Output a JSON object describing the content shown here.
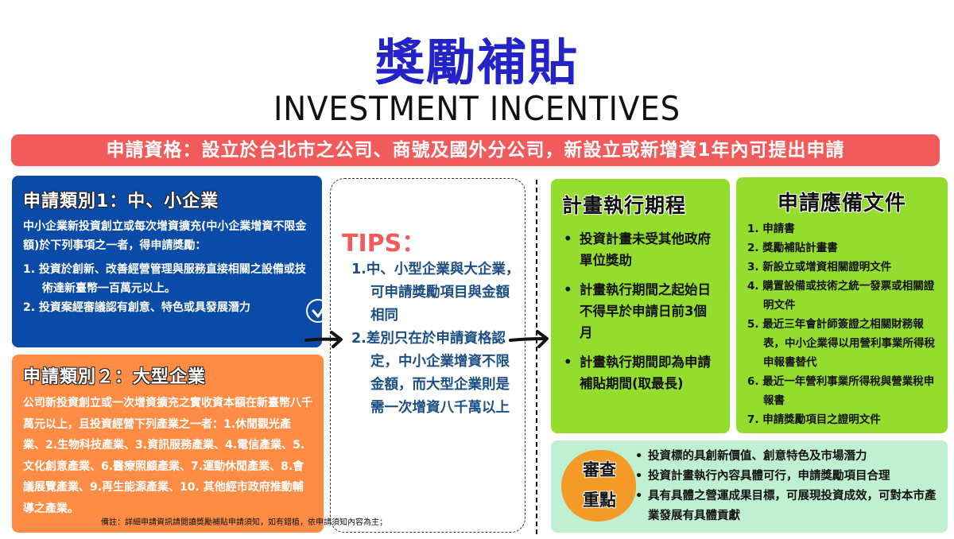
{
  "header": {
    "title_cn": "獎勵補貼",
    "title_en": "INVESTMENT INCENTIVES"
  },
  "eligibility": "申請資格：設立於台北市之公司、商號及國外分公司，新設立或新增資1年內可提出申請",
  "category1": {
    "title": "申請類別1：中、小企業",
    "description": "中小企業新投資創立或每次增資擴充(中小企業增資不限金額)於下列事項之一者，得申請獎勵：",
    "items": [
      "1. 投資於創新、改善經營管理與服務直接相關之設備或技術達新臺幣一百萬元以上。",
      "2. 投資案經審議認有創意、特色或具發展潛力"
    ]
  },
  "category2": {
    "title": "申請類別２：大型企業",
    "description": "公司新投資創立或一次增資擴充之實收資本額在新臺幣八千萬元以上，且投資經營下列產業之一者：1.休閒觀光產業、2.生物科技產業、3.資訊服務產業、4.電信產業、5.文化創意產業、6.醫療照顧產業、7.運動休閒產業、8.會議展覽產業、9.再生能源產業、10. 其他經市政府推動輔導之產業。"
  },
  "footnote": "備註：詳細申請資訊請閱讀獎勵補貼申請須知，如有錯植，依申請須知內容為主；",
  "tips": {
    "title": "TIPS：",
    "items": [
      "1.中、小型企業與大企業，可申請獎勵項目與金額相同",
      "2.差別只在於申請資格認定，中小企業增資不限金額，而大型企業則是需一次增資八千萬以上"
    ]
  },
  "schedule": {
    "title": "計畫執行期程",
    "items": [
      "投資計畫未受其他政府單位獎助",
      "計畫執行期間之起始日不得早於申請日前3個月",
      "計畫執行期間即為申請補貼期間(取最長)"
    ]
  },
  "documents": {
    "title": "申請應備文件",
    "items": [
      "1. 申請書",
      "2. 獎勵補貼計畫書",
      "3. 新設立或增資相關證明文件",
      "4. 購置設備或技術之統一發票或相關證明文件",
      "5. 最近三年會計師簽證之相關財務報表，中小企業得以用營利事業所得稅申報書替代",
      "6. 最近一年營利事業所得稅與營業稅申報書",
      "7. 申請獎勵項目之證明文件"
    ]
  },
  "review": {
    "label_line1": "審查",
    "label_line2": "重點",
    "items": [
      "投資標的具創新價值、創意特色及市場潛力",
      "投資計畫執行內容具體可行，申請獎勵項目合理",
      "具有具體之營運成果目標，可展現投資成效，可對本市產業發展有具體貢獻"
    ]
  },
  "colors": {
    "title_blue": "#2323c8",
    "eligibility_red": "#f25b5b",
    "category1_blue": "#0b4ba8",
    "category2_orange": "#ff8c45",
    "tips_text_blue": "#1c4f84",
    "green_box": "#94dc2e",
    "review_bg": "#c0f0d2",
    "review_blob": "#f39b26"
  }
}
